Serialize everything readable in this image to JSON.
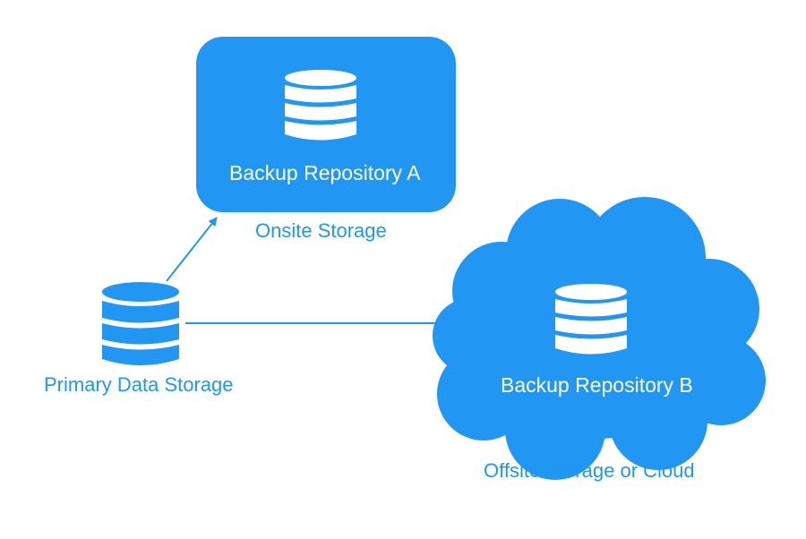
{
  "colors": {
    "primary": "#2196f3",
    "on_primary": "#ffffff",
    "background": "#ffffff"
  },
  "nodes": {
    "primary": {
      "label": "Primary Data Storage",
      "icon": "database-icon"
    },
    "repo_a": {
      "title": "Backup Repository A",
      "caption": "Onsite Storage",
      "icon": "database-icon",
      "shape": "rounded-rectangle"
    },
    "repo_b": {
      "title": "Backup Repository B",
      "caption": "Offsite Storage or Cloud",
      "icon": "database-icon",
      "shape": "cloud"
    }
  },
  "edges": [
    {
      "from": "primary",
      "to": "repo_a",
      "style": "arrow"
    },
    {
      "from": "primary",
      "to": "repo_b",
      "style": "arrow"
    }
  ]
}
